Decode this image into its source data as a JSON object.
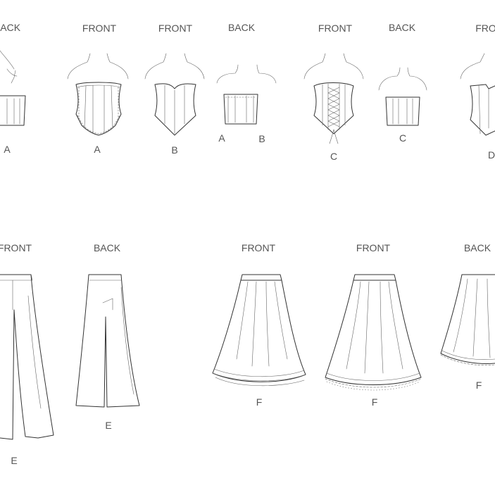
{
  "views": {
    "back": "BACK",
    "front": "FRONT",
    "front_cut": "FRO"
  },
  "variations": {
    "a": "A",
    "b": "B",
    "c": "C",
    "d": "D",
    "e": "E",
    "f": "F"
  }
}
